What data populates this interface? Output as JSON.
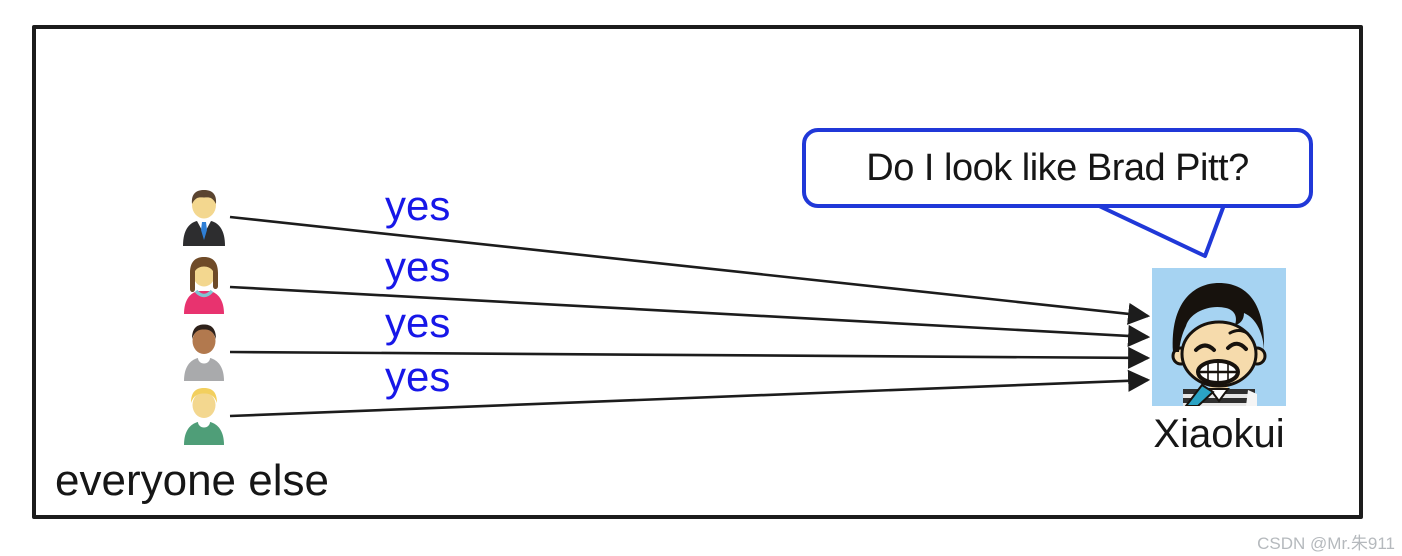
{
  "group": {
    "label": "everyone else",
    "people": [
      {
        "icon": "businessman-icon"
      },
      {
        "icon": "woman-icon"
      },
      {
        "icon": "person-dark-skin-icon"
      },
      {
        "icon": "person-blonde-icon"
      }
    ]
  },
  "arrows": [
    {
      "label": "yes"
    },
    {
      "label": "yes"
    },
    {
      "label": "yes"
    },
    {
      "label": "yes"
    }
  ],
  "character": {
    "name": "Xiaokui",
    "speech": "Do I look like Brad Pitt?",
    "avatar_icon": "cartoon-boy-avatar-icon"
  },
  "colors": {
    "yes_text": "#1717e8",
    "bubble_border": "#2038d8",
    "avatar_bg": "#a6d3f2",
    "line": "#1c1c1c"
  },
  "watermark": "CSDN @Mr.朱911"
}
